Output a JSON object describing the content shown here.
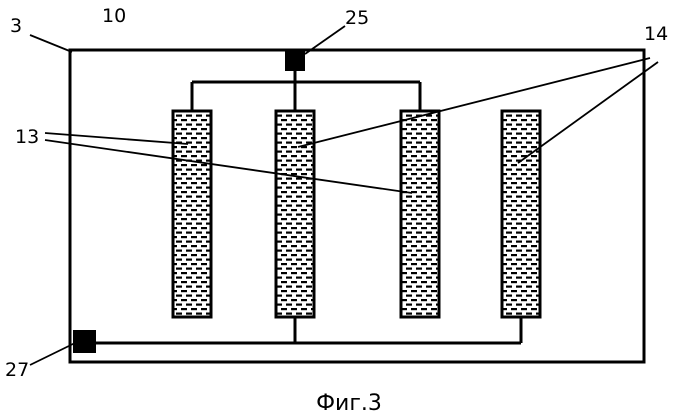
{
  "figure": {
    "caption": "Фиг.3",
    "labels": {
      "housing": "3",
      "chamber": "10",
      "electrode_a": "13",
      "electrode_b": "14",
      "top_terminal": "25",
      "bottom_terminal": "27"
    }
  }
}
